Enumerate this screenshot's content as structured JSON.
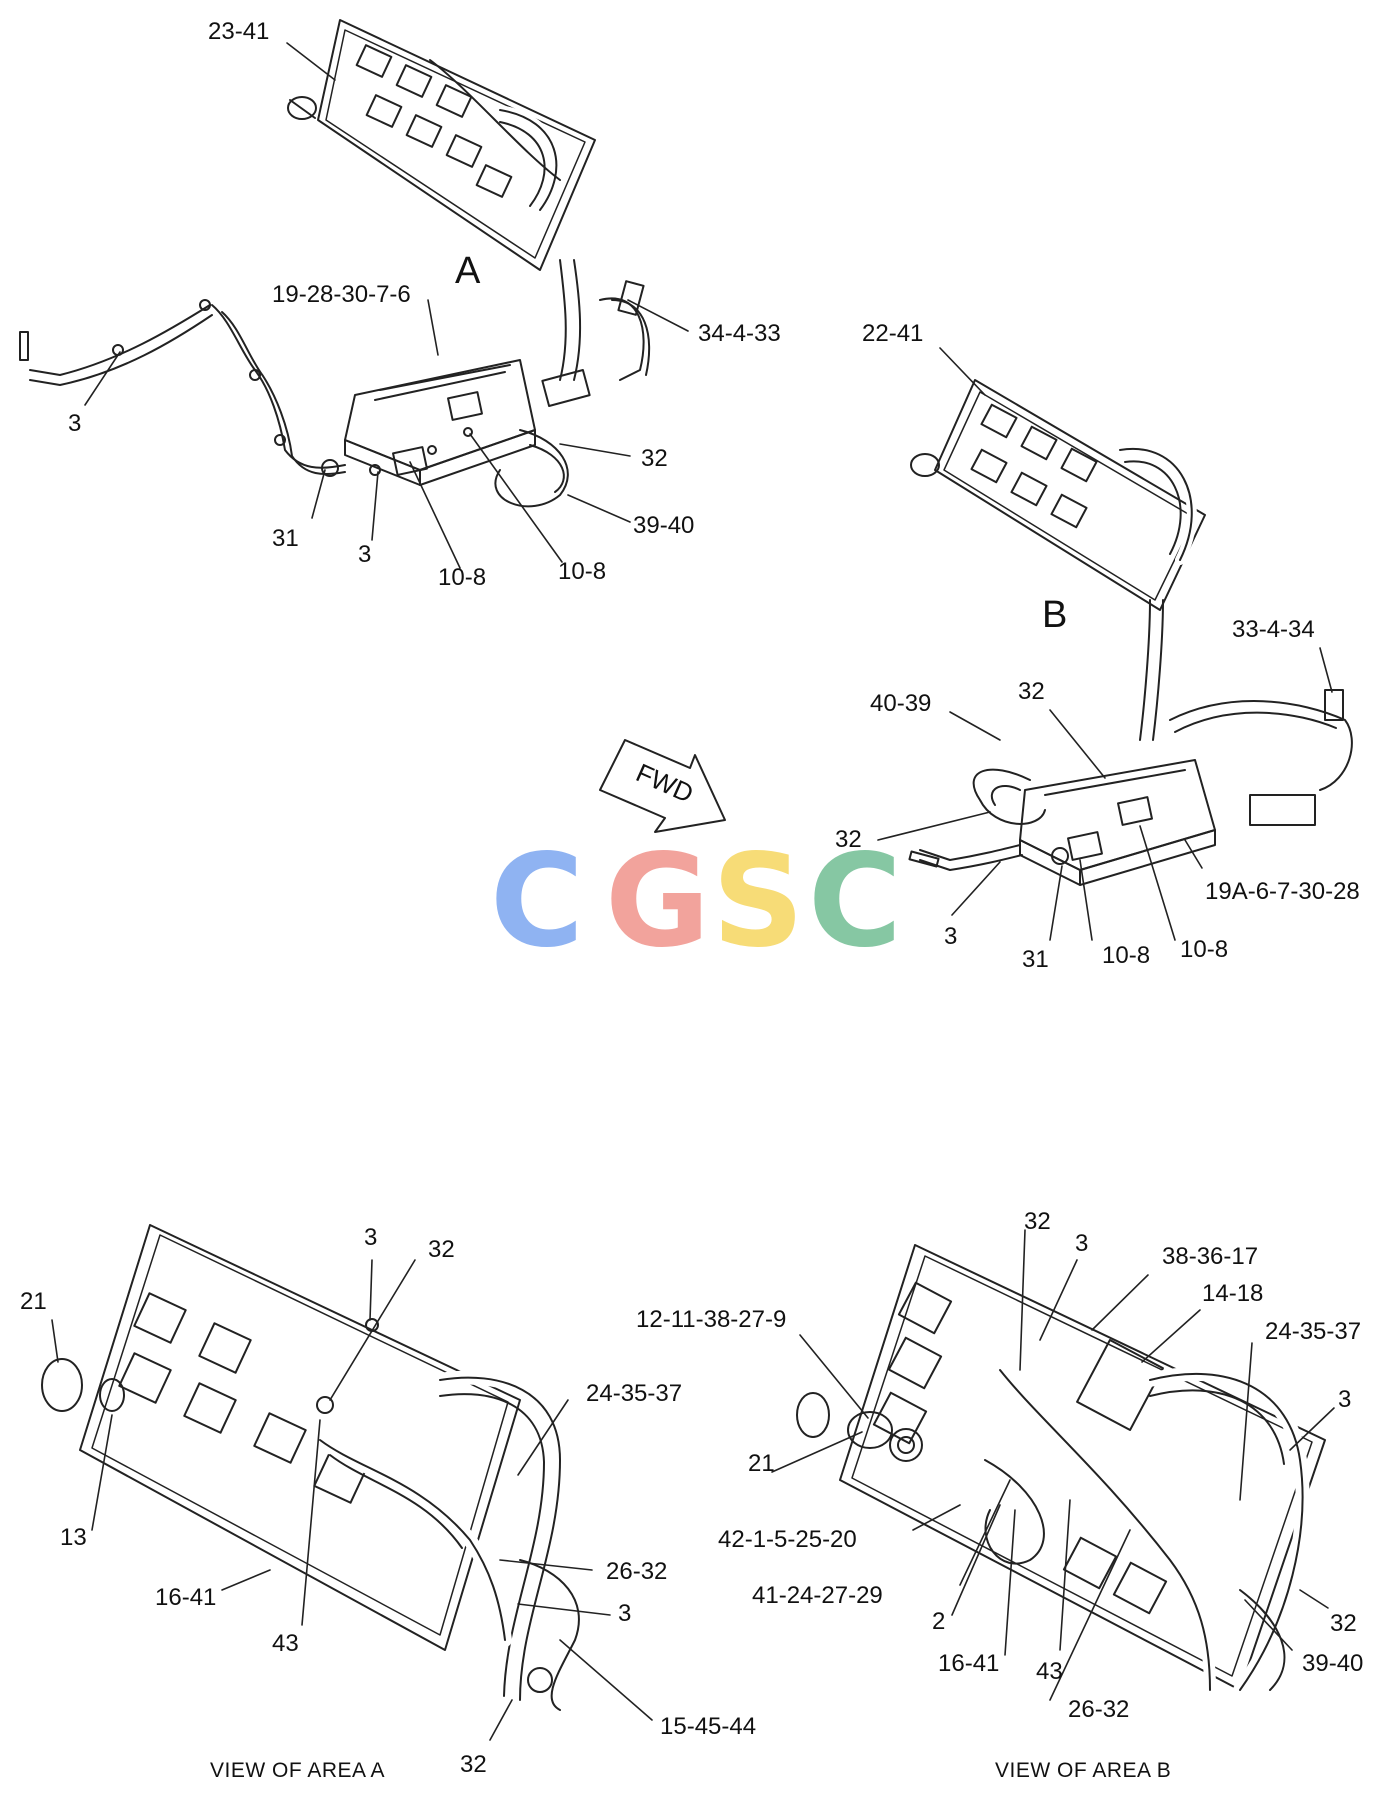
{
  "diagram": {
    "callouts": {
      "c01": "23-41",
      "c02": "19-28-30-7-6",
      "c03": "34-4-33",
      "c04": "3",
      "c05": "32",
      "c06": "31",
      "c07": "3",
      "c08": "39-40",
      "c09": "10-8",
      "c10": "10-8",
      "c11": "22-41",
      "c12": "33-4-34",
      "c13": "40-39",
      "c14": "32",
      "c15": "32",
      "c16": "19A-6-7-30-28",
      "c17": "3",
      "c18": "31",
      "c19": "10-8",
      "c20": "10-8",
      "c21": "21",
      "c22": "3",
      "c23": "32",
      "c24": "24-35-37",
      "c25": "13",
      "c26": "26-32",
      "c27": "16-41",
      "c28": "3",
      "c29": "43",
      "c30": "15-45-44",
      "c31": "32",
      "c32": "32",
      "c33": "3",
      "c34": "38-36-17",
      "c35": "12-11-38-27-9",
      "c36": "14-18",
      "c37": "24-35-37",
      "c38": "3",
      "c39": "21",
      "c40": "42-1-5-25-20",
      "c41": "41-24-27-29",
      "c42": "2",
      "c43": "32",
      "c44": "16-41",
      "c45": "39-40",
      "c46": "43",
      "c47": "26-32"
    },
    "area_a": "A",
    "area_b": "B",
    "fwd": "FWD",
    "view_a": "VIEW OF AREA  A",
    "view_b": "VIEW OF AREA  B",
    "watermark": {
      "c1": "C",
      "g": "G",
      "s": "S",
      "c2": "C"
    }
  },
  "colors": {
    "line": "#222222",
    "wm_blue": "#8fb3f2",
    "wm_red": "#f2a39c",
    "wm_yellow": "#f7dc77",
    "wm_green": "#86c7a3"
  }
}
